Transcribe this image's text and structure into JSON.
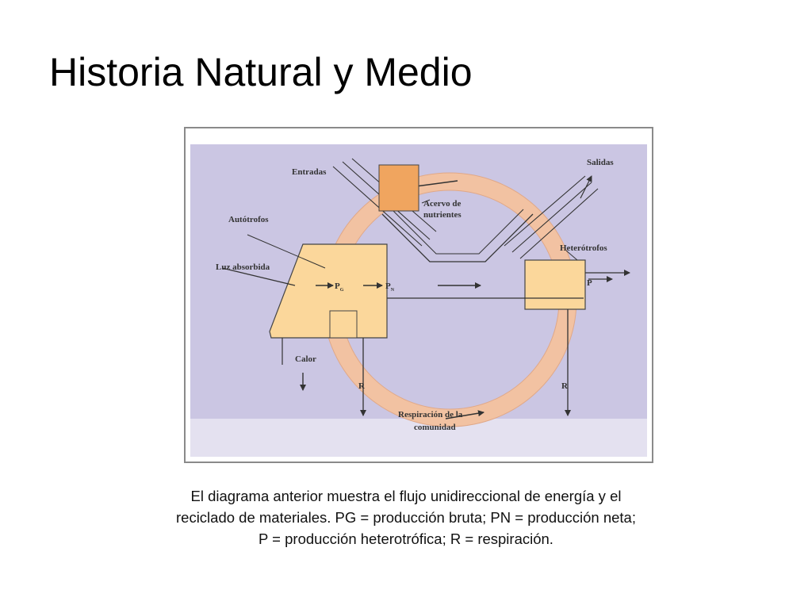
{
  "slide": {
    "title": "Historia Natural y Medio"
  },
  "diagram": {
    "labels": {
      "entradas": "Entradas",
      "salidas": "Salidas",
      "acervo_line1": "Acervo de",
      "acervo_line2": "nutrientes",
      "autotrofos": "Autótrofos",
      "heterotrofos": "Heterótrofos",
      "luz": "Luz absorbida",
      "pg": "P",
      "pg_sub": "G",
      "pn": "P",
      "pn_sub": "N",
      "p": "P",
      "calor": "Calor",
      "r_left": "R",
      "r_right": "R",
      "resp_line1": "Respiración de la",
      "resp_line2": "comunidad"
    },
    "colors": {
      "background": "#cbc6e3",
      "ring": "#f2c2a2",
      "box": "#fbd79b",
      "acervo": "#f0a55f",
      "line": "#333333"
    }
  },
  "caption": {
    "line1": "El diagrama anterior muestra el flujo unidireccional de energía y el",
    "line2": "reciclado de materiales. PG = producción bruta; PN = producción neta;",
    "line3": "P = producción heterotrófica; R = respiración."
  }
}
